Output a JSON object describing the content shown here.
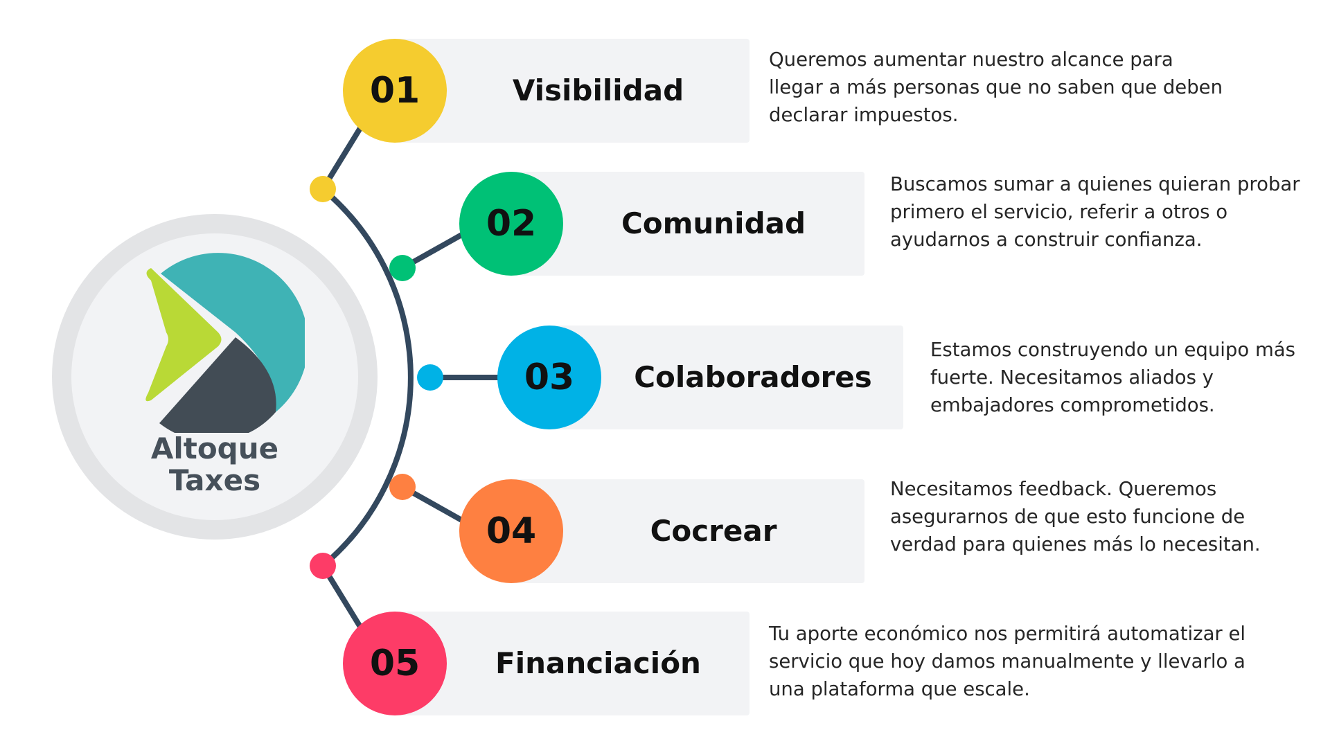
{
  "brand": {
    "line1": "Altoque",
    "line2": "Taxes"
  },
  "colors": {
    "connector": "#33485e",
    "card_bg": "#f2f3f5",
    "logo_teal": "#3fb3b5",
    "logo_lime": "#b9d936",
    "logo_dark": "#424c55"
  },
  "steps": [
    {
      "number": "01",
      "title": "Visibilidad",
      "color": "#f5cc2f",
      "description": "Queremos aumentar nuestro alcance para llegar a más personas que no saben que deben declarar impuestos."
    },
    {
      "number": "02",
      "title": "Comunidad",
      "color": "#00c176",
      "description": "Buscamos sumar a quienes quieran probar primero el servicio, referir a otros o ayudarnos a construir confianza."
    },
    {
      "number": "03",
      "title": "Colaboradores",
      "color": "#00b2e6",
      "description": "Estamos construyendo un equipo más fuerte. Necesitamos aliados y embajadores comprometidos."
    },
    {
      "number": "04",
      "title": "Cocrear",
      "color": "#fe8041",
      "description": "Necesitamos feedback. Queremos asegurarnos de que esto funcione de verdad para quienes más lo necesitan."
    },
    {
      "number": "05",
      "title": "Financiación",
      "color": "#fd3c67",
      "description": "Tu aporte económico nos permitirá automatizar el servicio que hoy damos manualmente y llevarlo a una plataforma que escale."
    }
  ]
}
